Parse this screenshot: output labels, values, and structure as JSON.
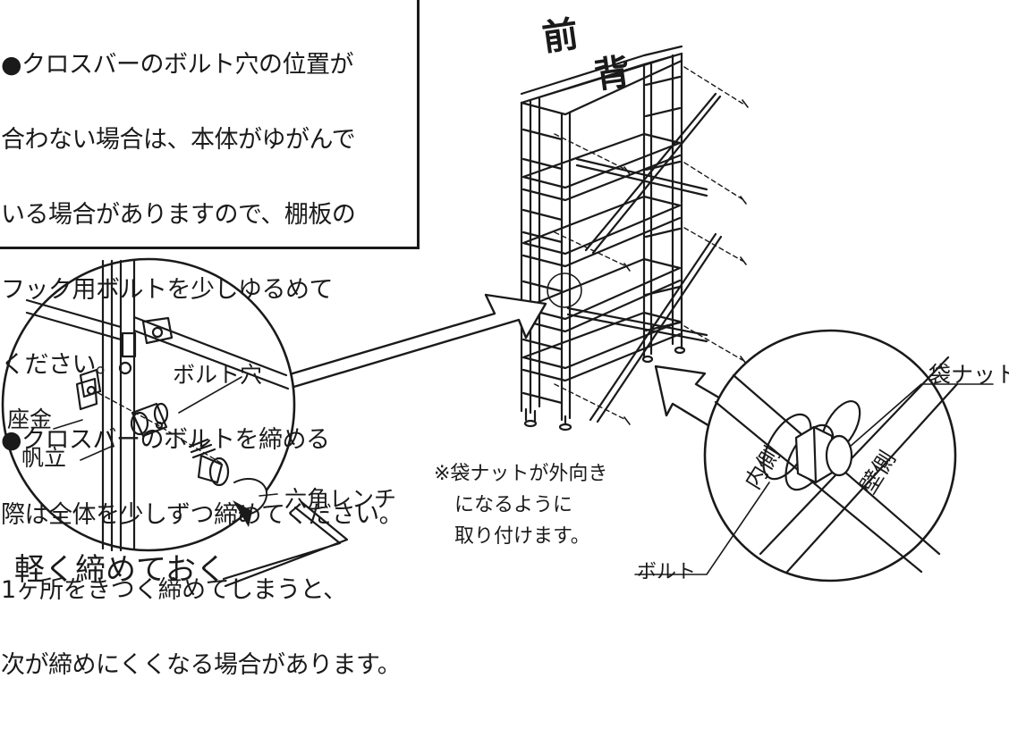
{
  "note": {
    "lines": [
      "●クロスバーのボルト穴の位置が",
      "合わない場合は、本体がゆがんで",
      "いる場合がありますので、棚板の",
      "フック用ボルトを少しゆるめて",
      "ください。",
      "●クロスバーのボルトを締める",
      "際は全体を少しずつ締めてください。",
      "1ヶ所をきつく締めてしまうと、",
      "次が締めにくくなる場合があります。"
    ]
  },
  "labels": {
    "front": "前",
    "back": "背",
    "bolt_hole": "ボルト穴",
    "washer": "座金",
    "sail_upright": "帆立",
    "hex_wrench": "六角レンチ",
    "tighten_lightly": "軽く締めておく",
    "cap_nut": "袋ナット",
    "inner_side": "内側",
    "wall_side": "壁側",
    "bolt": "ボルト",
    "caption_line1": "※袋ナットが外向き",
    "caption_line2": "になるように",
    "caption_line3": "取り付けます。"
  }
}
